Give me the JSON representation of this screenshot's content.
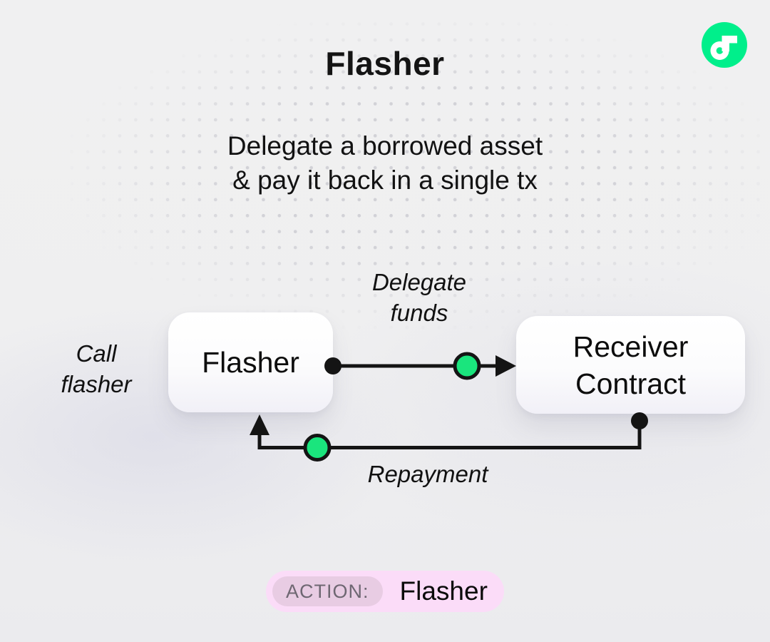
{
  "colors": {
    "ink": "#141414",
    "accent_green": "#1ae57d",
    "logo_green": "#00ef8b",
    "badge_pink": "#fbdcf8",
    "badge_inner_pink": "#e8cce3",
    "background": "#efeff0",
    "node_fill": "#ffffff"
  },
  "header": {
    "title": "Flasher"
  },
  "subtitle": {
    "line1": "Delegate a borrowed asset",
    "line2": "& pay it back in a single tx"
  },
  "diagram": {
    "nodes": {
      "flasher": {
        "label": "Flasher"
      },
      "receiver": {
        "line1": "Receiver",
        "line2": "Contract"
      }
    },
    "labels": {
      "call_flasher": {
        "line1": "Call",
        "line2": "flasher"
      },
      "delegate_funds": {
        "line1": "Delegate",
        "line2": "funds"
      },
      "repayment": "Repayment"
    }
  },
  "footer": {
    "action_label": "ACTION:",
    "action_value": "Flasher"
  }
}
